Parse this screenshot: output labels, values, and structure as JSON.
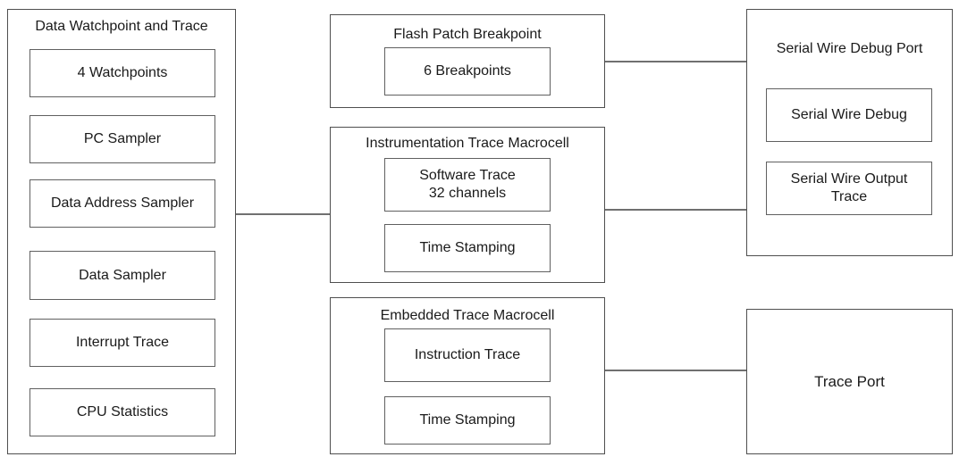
{
  "dwt": {
    "title": "Data Watchpoint and Trace",
    "items": [
      "4 Watchpoints",
      "PC Sampler",
      "Data Address Sampler",
      "Data Sampler",
      "Interrupt Trace",
      "CPU Statistics"
    ]
  },
  "fpb": {
    "title": "Flash Patch Breakpoint",
    "items": [
      "6 Breakpoints"
    ]
  },
  "itm": {
    "title": "Instrumentation Trace Macrocell",
    "items": [
      "Software Trace\n32 channels",
      "Time Stamping"
    ]
  },
  "etm": {
    "title": "Embedded Trace Macrocell",
    "items": [
      "Instruction Trace",
      "Time Stamping"
    ]
  },
  "swdp": {
    "title": "Serial Wire Debug Port",
    "items": [
      "Serial Wire Debug",
      "Serial Wire Output\nTrace"
    ]
  },
  "tpiu": {
    "title": "Trace Port"
  },
  "colors": {
    "border": "#5a5a5a",
    "connector": "#707070",
    "text": "#1a1a1a"
  }
}
